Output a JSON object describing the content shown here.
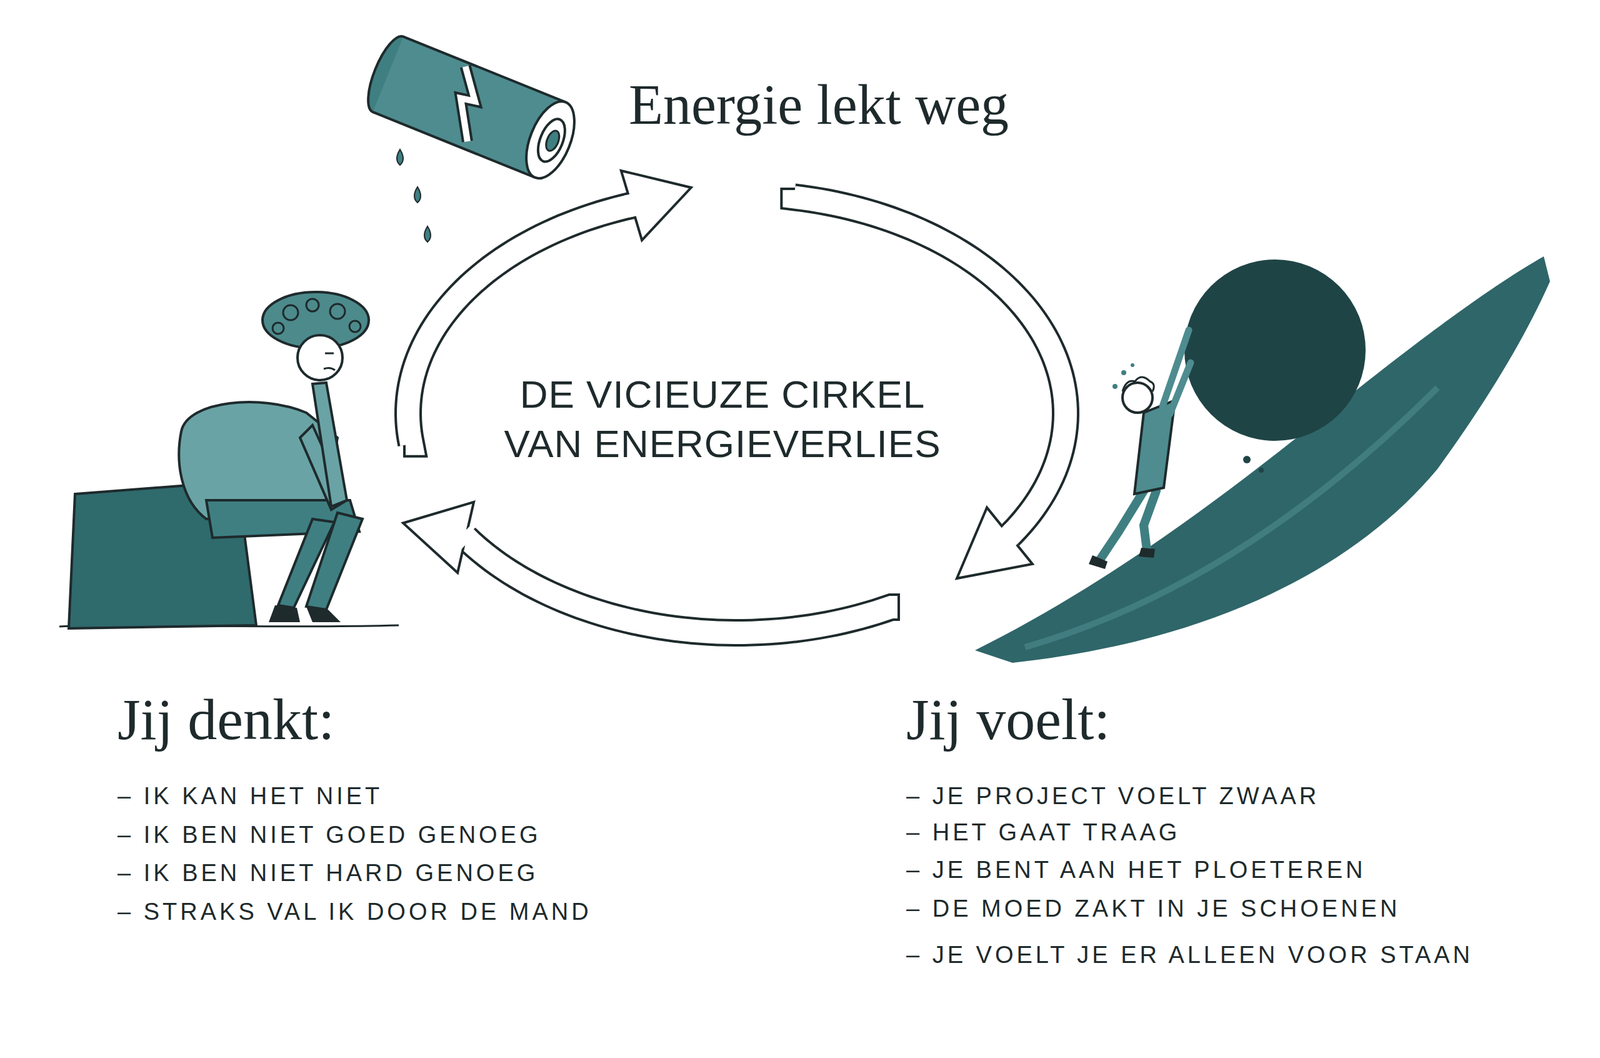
{
  "diagram": {
    "title": "DE VICIEUZE CIRKEL VAN ENERGIEVERLIES",
    "nodes": [
      {
        "text": [
          "Energie lekt weg"
        ]
      },
      {
        "text": [
          "Jij denkt:"
        ]
      },
      {
        "text": [
          "Jij voelt:"
        ]
      }
    ],
    "edges": [
      {
        "from": 1,
        "to": 0,
        "arrow": "to"
      },
      {
        "from": 0,
        "to": 2,
        "arrow": "to"
      },
      {
        "from": 2,
        "to": 1,
        "arrow": "to"
      }
    ],
    "labels": [
      "– IK KAN HET NIET",
      "– IK BEN NIET GOED GENOEG",
      "– IK BEN NIET HARD GENOEG",
      "– STRAKS VAL IK DOOR DE MAND",
      "– JE PROJECT VOELT ZWAAR",
      "– HET GAAT TRAAG",
      "– JE BENT AAN HET PLOETEREN",
      "– DE MOED ZAKT IN JE SCHOENEN",
      "– JE VOELT JE ER ALLEEN VOOR STAAN"
    ]
  }
}
